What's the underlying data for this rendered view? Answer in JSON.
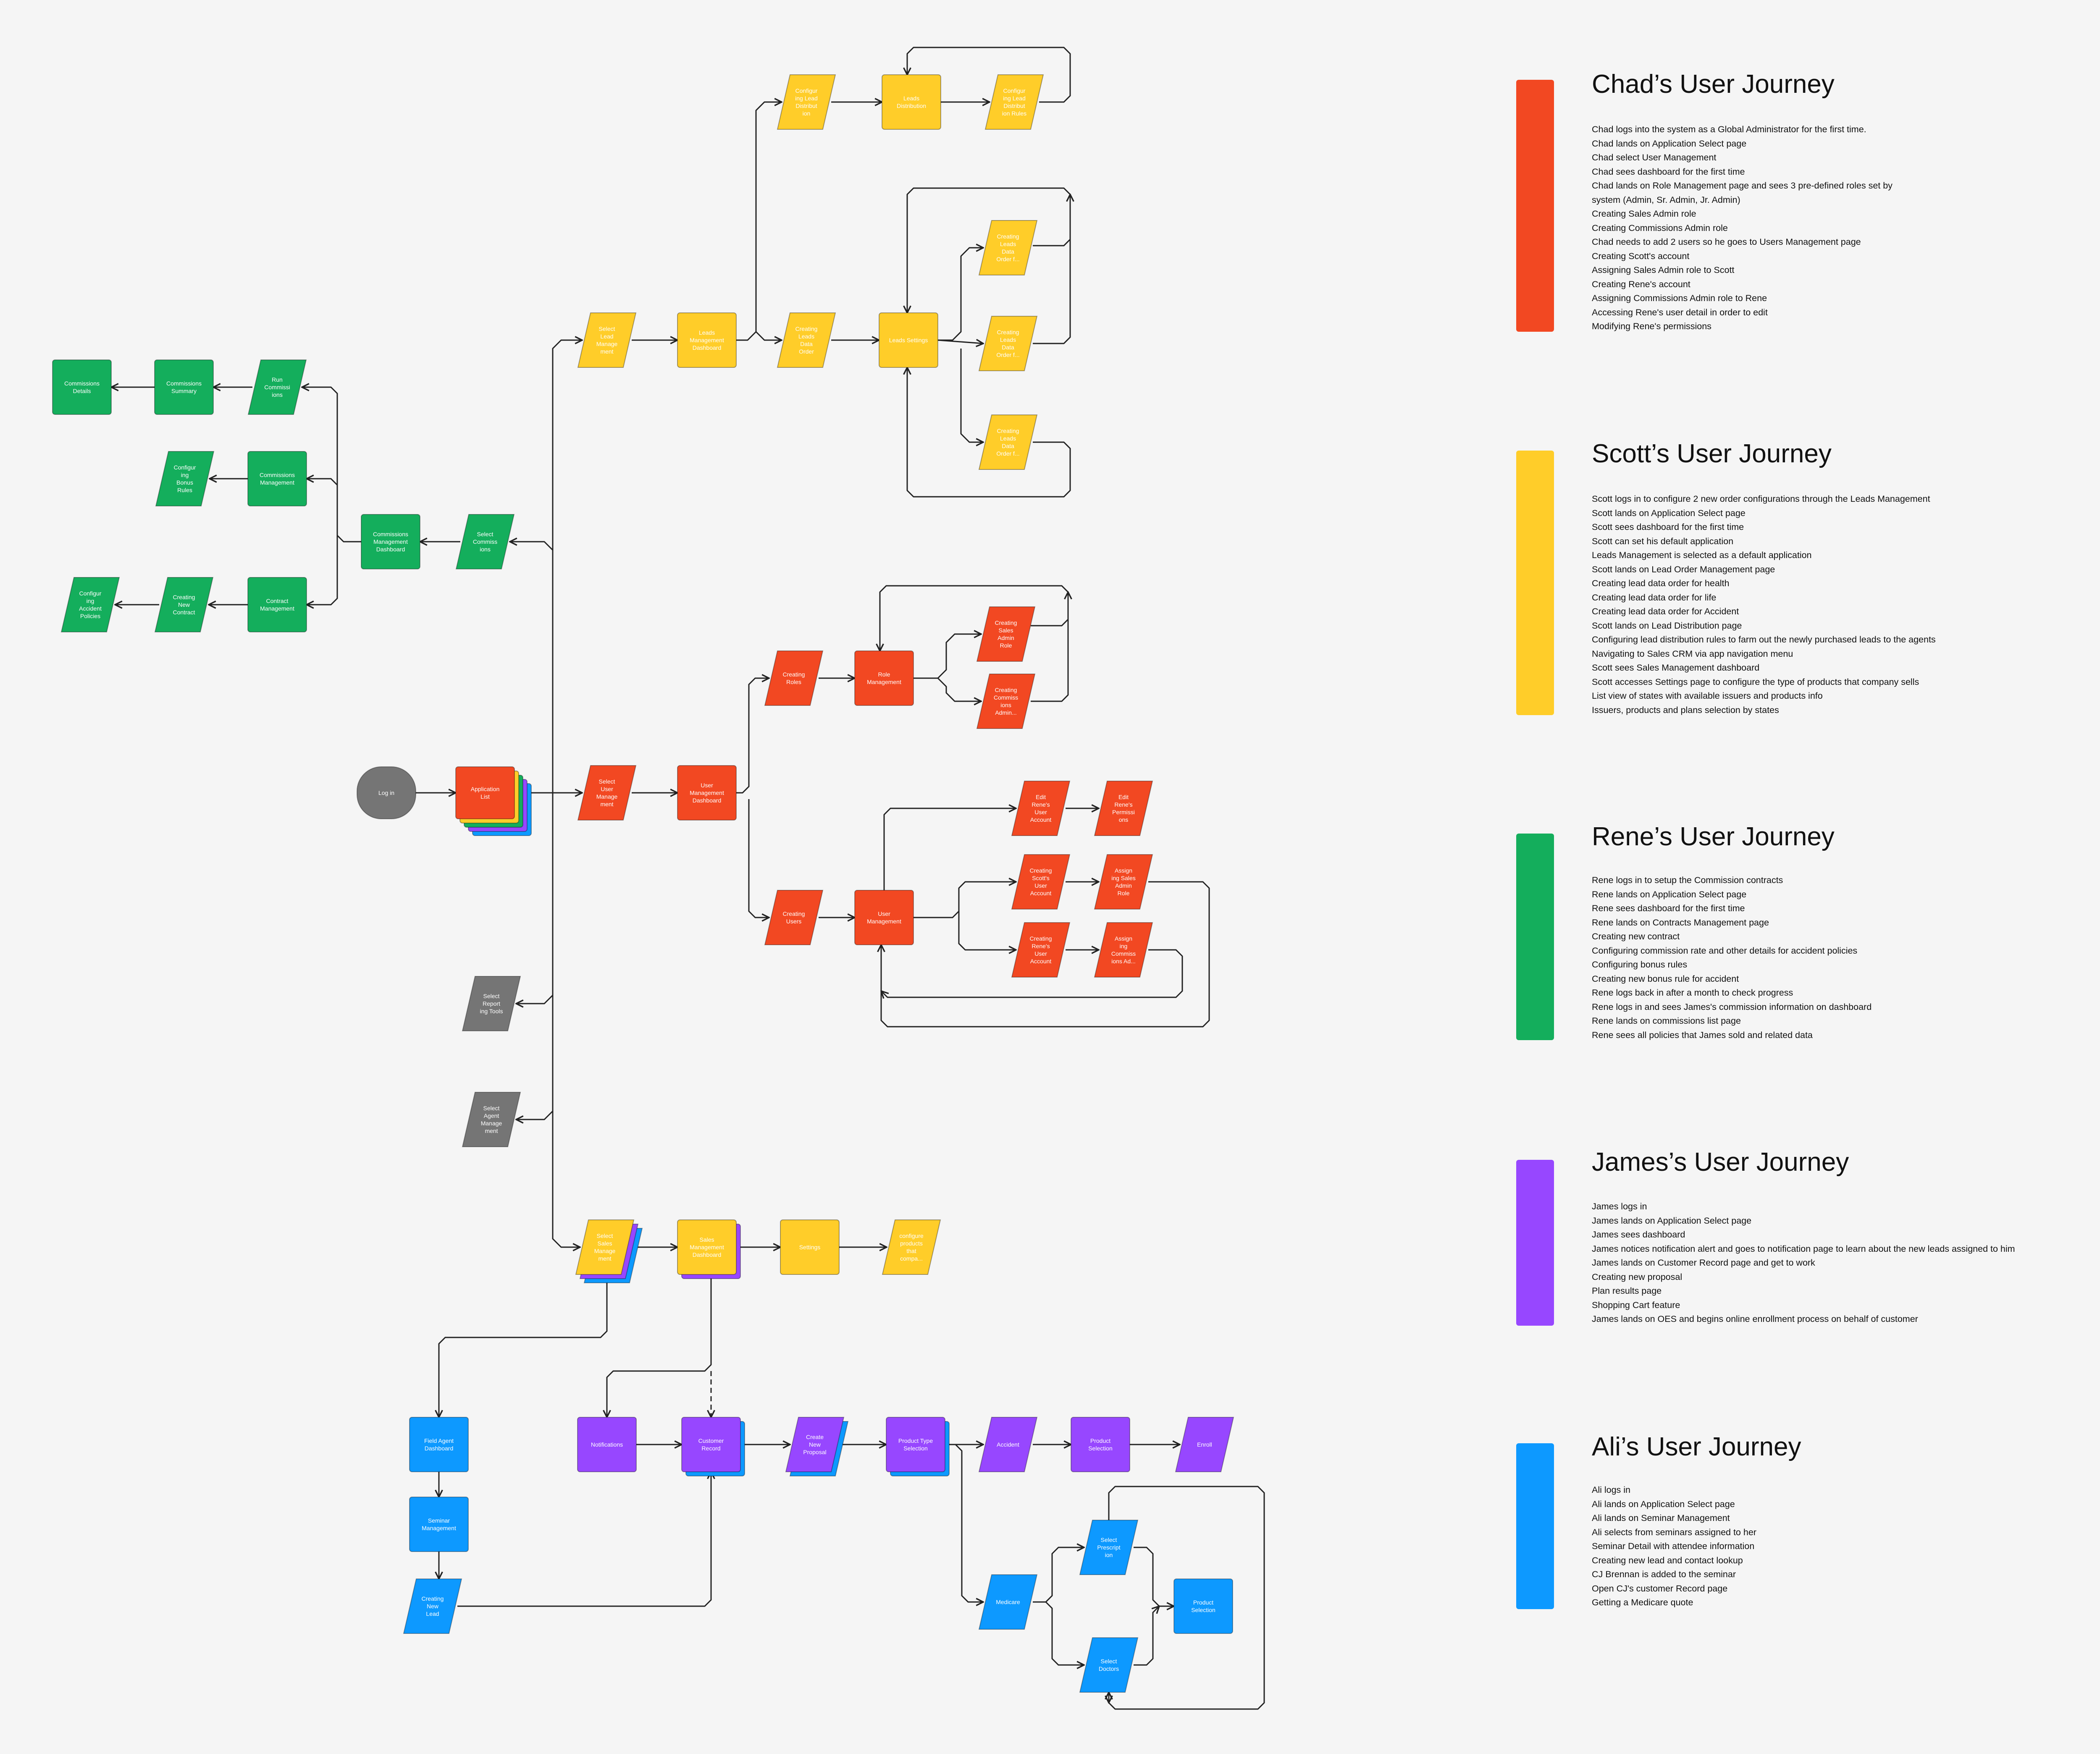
{
  "colors": {
    "chad": "#F24822",
    "scott": "#FFCD29",
    "rene": "#14AE5C",
    "james": "#9747FF",
    "ali": "#0D99FF",
    "gray": "#757575",
    "stroke": "#222222",
    "background": "#F5F5F5"
  },
  "nodes": [
    {
      "id": "login",
      "shape": "start",
      "color": "gray",
      "lines": [
        "Log in"
      ]
    },
    {
      "id": "app_list",
      "shape": "stack",
      "color": "chad",
      "stack": [
        "ali",
        "james",
        "rene",
        "scott"
      ],
      "lines": [
        "Application",
        "List"
      ]
    },
    {
      "id": "sel_lead",
      "shape": "para",
      "color": "scott",
      "lines": [
        "Select",
        "Lead",
        "Manage",
        "ment"
      ]
    },
    {
      "id": "lead_dash",
      "shape": "rect",
      "color": "scott",
      "lines": [
        "Leads",
        "Management",
        "Dashboard"
      ]
    },
    {
      "id": "cfg_dist",
      "shape": "para",
      "color": "scott",
      "lines": [
        "Configur",
        "ing Lead",
        "Distribut",
        "ion"
      ]
    },
    {
      "id": "leads_dist",
      "shape": "rect",
      "color": "scott",
      "lines": [
        "Leads",
        "Distribution"
      ]
    },
    {
      "id": "cfg_rules",
      "shape": "para",
      "color": "scott",
      "lines": [
        "Configur",
        "ing Lead",
        "Distribut",
        "ion Rules"
      ]
    },
    {
      "id": "create_ldo",
      "shape": "para",
      "color": "scott",
      "lines": [
        "Creating",
        "Leads",
        "Data",
        "Order"
      ]
    },
    {
      "id": "leads_settings",
      "shape": "rect",
      "color": "scott",
      "lines": [
        "Leads Settings"
      ]
    },
    {
      "id": "ldo_1",
      "shape": "para",
      "color": "scott",
      "lines": [
        "Creating",
        "Leads",
        "Data",
        "Order f..."
      ]
    },
    {
      "id": "ldo_2",
      "shape": "para",
      "color": "scott",
      "lines": [
        "Creating",
        "Leads",
        "Data",
        "Order f..."
      ]
    },
    {
      "id": "ldo_3",
      "shape": "para",
      "color": "scott",
      "lines": [
        "Creating",
        "Leads",
        "Data",
        "Order f..."
      ]
    },
    {
      "id": "run_comm",
      "shape": "para",
      "color": "rene",
      "lines": [
        "Run",
        "Commissi",
        "ions"
      ]
    },
    {
      "id": "comm_summary",
      "shape": "rect",
      "color": "rene",
      "lines": [
        "Commissions",
        "Summary"
      ]
    },
    {
      "id": "comm_details",
      "shape": "rect",
      "color": "rene",
      "lines": [
        "Commissions",
        "Details"
      ]
    },
    {
      "id": "comm_mgmt",
      "shape": "rect",
      "color": "rene",
      "lines": [
        "Commissions",
        "Management"
      ]
    },
    {
      "id": "cfg_bonus",
      "shape": "para",
      "color": "rene",
      "lines": [
        "Configur",
        "ing",
        "Bonus",
        "Rules"
      ]
    },
    {
      "id": "comm_dash",
      "shape": "rect",
      "color": "rene",
      "lines": [
        "Commissions",
        "Management",
        "Dashboard"
      ]
    },
    {
      "id": "sel_comm",
      "shape": "para",
      "color": "rene",
      "lines": [
        "Select",
        "Commiss",
        "ions"
      ]
    },
    {
      "id": "contract_mgmt",
      "shape": "rect",
      "color": "rene",
      "lines": [
        "Contract",
        "Management"
      ]
    },
    {
      "id": "new_contract",
      "shape": "para",
      "color": "rene",
      "lines": [
        "Creating",
        "New",
        "Contract"
      ]
    },
    {
      "id": "cfg_accident",
      "shape": "para",
      "color": "rene",
      "lines": [
        "Configur",
        "ing",
        "Accident",
        "Policies"
      ]
    },
    {
      "id": "sel_user",
      "shape": "para",
      "color": "chad",
      "lines": [
        "Select",
        "User",
        "Manage",
        "ment"
      ]
    },
    {
      "id": "user_dash",
      "shape": "rect",
      "color": "chad",
      "lines": [
        "User",
        "Management",
        "Dashboard"
      ]
    },
    {
      "id": "creating_roles",
      "shape": "para",
      "color": "chad",
      "lines": [
        "Creating",
        "Roles"
      ]
    },
    {
      "id": "role_mgmt",
      "shape": "rect",
      "color": "chad",
      "lines": [
        "Role",
        "Management"
      ]
    },
    {
      "id": "sales_admin_role",
      "shape": "para",
      "color": "chad",
      "lines": [
        "Creating",
        "Sales",
        "Admin",
        "Role"
      ]
    },
    {
      "id": "comm_admin_role",
      "shape": "para",
      "color": "chad",
      "lines": [
        "Creating",
        "Commiss",
        "ions",
        "Admin..."
      ]
    },
    {
      "id": "creating_users",
      "shape": "para",
      "color": "chad",
      "lines": [
        "Creating",
        "Users"
      ]
    },
    {
      "id": "user_mgmt",
      "shape": "rect",
      "color": "chad",
      "lines": [
        "User",
        "Management"
      ]
    },
    {
      "id": "edit_rene",
      "shape": "para",
      "color": "chad",
      "lines": [
        "Edit",
        "Rene's",
        "User",
        "Account"
      ]
    },
    {
      "id": "edit_rene_perm",
      "shape": "para",
      "color": "chad",
      "lines": [
        "Edit",
        "Rene's",
        "Permissi",
        "ons"
      ]
    },
    {
      "id": "create_scott",
      "shape": "para",
      "color": "chad",
      "lines": [
        "Creating",
        "Scott's",
        "User",
        "Account"
      ]
    },
    {
      "id": "assign_sales",
      "shape": "para",
      "color": "chad",
      "lines": [
        "Assign",
        "ing Sales",
        "Admin",
        "Role"
      ]
    },
    {
      "id": "create_rene",
      "shape": "para",
      "color": "chad",
      "lines": [
        "Creating",
        "Rene's",
        "User",
        "Account"
      ]
    },
    {
      "id": "assign_comm",
      "shape": "para",
      "color": "chad",
      "lines": [
        "Assign",
        "ing",
        "Commiss",
        "ions Ad..."
      ]
    },
    {
      "id": "sel_reporting",
      "shape": "para",
      "color": "gray",
      "lines": [
        "Select",
        "Report",
        "ing Tools"
      ]
    },
    {
      "id": "sel_agent",
      "shape": "para",
      "color": "gray",
      "lines": [
        "Select",
        "Agent",
        "Manage",
        "ment"
      ]
    },
    {
      "id": "sel_sales",
      "shape": "parastack",
      "color": "scott",
      "stack": [
        "ali",
        "james"
      ],
      "lines": [
        "Select",
        "Sales",
        "Manage",
        "ment"
      ]
    },
    {
      "id": "sales_dash",
      "shape": "stack",
      "color": "scott",
      "stack": [
        "james"
      ],
      "lines": [
        "Sales",
        "Management",
        "Dashboard"
      ]
    },
    {
      "id": "settings",
      "shape": "rect",
      "color": "scott",
      "lines": [
        "Settings"
      ]
    },
    {
      "id": "cfg_products",
      "shape": "para",
      "color": "scott",
      "lines": [
        "configure",
        "products",
        "that",
        "compa..."
      ]
    },
    {
      "id": "field_dash",
      "shape": "rect",
      "color": "ali",
      "lines": [
        "Field Agent",
        "Dashboard"
      ]
    },
    {
      "id": "seminar_mgmt",
      "shape": "rect",
      "color": "ali",
      "lines": [
        "Seminar",
        "Management"
      ]
    },
    {
      "id": "new_lead",
      "shape": "para",
      "color": "ali",
      "lines": [
        "Creating",
        "New",
        "Lead"
      ]
    },
    {
      "id": "notifications",
      "shape": "rect",
      "color": "james",
      "lines": [
        "Notifications"
      ]
    },
    {
      "id": "customer_record",
      "shape": "stack",
      "color": "james",
      "stack": [
        "ali"
      ],
      "lines": [
        "Customer",
        "Record"
      ]
    },
    {
      "id": "new_proposal",
      "shape": "parastack",
      "color": "james",
      "stack": [
        "ali"
      ],
      "lines": [
        "Create",
        "New",
        "Proposal"
      ]
    },
    {
      "id": "product_type",
      "shape": "stack",
      "color": "james",
      "stack": [
        "ali"
      ],
      "lines": [
        "Product Type",
        "Selection"
      ]
    },
    {
      "id": "accident",
      "shape": "para",
      "color": "james",
      "lines": [
        "Accident"
      ]
    },
    {
      "id": "product_sel_j",
      "shape": "rect",
      "color": "james",
      "lines": [
        "Product",
        "Selection"
      ]
    },
    {
      "id": "enroll",
      "shape": "para",
      "color": "james",
      "lines": [
        "Enroll"
      ]
    },
    {
      "id": "medicare",
      "shape": "para",
      "color": "ali",
      "lines": [
        "Medicare"
      ]
    },
    {
      "id": "sel_rx",
      "shape": "para",
      "color": "ali",
      "lines": [
        "Select",
        "Prescript",
        "ion"
      ]
    },
    {
      "id": "sel_doctors",
      "shape": "para",
      "color": "ali",
      "lines": [
        "Select",
        "Doctors"
      ]
    },
    {
      "id": "product_sel_a",
      "shape": "rect",
      "color": "ali",
      "lines": [
        "Product",
        "Selection"
      ]
    }
  ],
  "edges": [
    {
      "from": "login",
      "to": "app_list"
    },
    {
      "from": "app_list",
      "to": "sel_lead"
    },
    {
      "from": "app_list",
      "to": "sel_comm"
    },
    {
      "from": "app_list",
      "to": "sel_user"
    },
    {
      "from": "app_list",
      "to": "sel_reporting"
    },
    {
      "from": "app_list",
      "to": "sel_agent"
    },
    {
      "from": "app_list",
      "to": "sel_sales"
    },
    {
      "from": "sel_lead",
      "to": "lead_dash"
    },
    {
      "from": "lead_dash",
      "to": "cfg_dist"
    },
    {
      "from": "lead_dash",
      "to": "create_ldo"
    },
    {
      "from": "cfg_dist",
      "to": "leads_dist"
    },
    {
      "from": "leads_dist",
      "to": "cfg_rules"
    },
    {
      "from": "cfg_rules",
      "to": "leads_dist"
    },
    {
      "from": "create_ldo",
      "to": "leads_settings"
    },
    {
      "from": "leads_settings",
      "to": "ldo_1"
    },
    {
      "from": "leads_settings",
      "to": "ldo_2"
    },
    {
      "from": "leads_settings",
      "to": "ldo_3"
    },
    {
      "from": "ldo_1",
      "to": "leads_settings"
    },
    {
      "from": "ldo_2",
      "to": "leads_settings"
    },
    {
      "from": "ldo_3",
      "to": "leads_settings"
    },
    {
      "from": "sel_comm",
      "to": "comm_dash"
    },
    {
      "from": "comm_dash",
      "to": "run_comm"
    },
    {
      "from": "comm_dash",
      "to": "comm_mgmt"
    },
    {
      "from": "comm_dash",
      "to": "contract_mgmt"
    },
    {
      "from": "run_comm",
      "to": "comm_summary"
    },
    {
      "from": "comm_summary",
      "to": "comm_details"
    },
    {
      "from": "comm_mgmt",
      "to": "cfg_bonus"
    },
    {
      "from": "contract_mgmt",
      "to": "new_contract"
    },
    {
      "from": "new_contract",
      "to": "cfg_accident"
    },
    {
      "from": "sel_user",
      "to": "user_dash"
    },
    {
      "from": "user_dash",
      "to": "creating_roles"
    },
    {
      "from": "user_dash",
      "to": "creating_users"
    },
    {
      "from": "creating_roles",
      "to": "role_mgmt"
    },
    {
      "from": "role_mgmt",
      "to": "sales_admin_role"
    },
    {
      "from": "role_mgmt",
      "to": "comm_admin_role"
    },
    {
      "from": "sales_admin_role",
      "to": "role_mgmt"
    },
    {
      "from": "comm_admin_role",
      "to": "role_mgmt"
    },
    {
      "from": "creating_users",
      "to": "user_mgmt"
    },
    {
      "from": "user_mgmt",
      "to": "edit_rene"
    },
    {
      "from": "edit_rene",
      "to": "edit_rene_perm"
    },
    {
      "from": "user_mgmt",
      "to": "create_scott"
    },
    {
      "from": "create_scott",
      "to": "assign_sales"
    },
    {
      "from": "user_mgmt",
      "to": "create_rene"
    },
    {
      "from": "create_rene",
      "to": "assign_comm"
    },
    {
      "from": "assign_sales",
      "to": "user_mgmt"
    },
    {
      "from": "assign_comm",
      "to": "user_mgmt"
    },
    {
      "from": "sel_sales",
      "to": "sales_dash"
    },
    {
      "from": "sales_dash",
      "to": "settings"
    },
    {
      "from": "settings",
      "to": "cfg_products"
    },
    {
      "from": "sel_sales",
      "to": "field_dash"
    },
    {
      "from": "sales_dash",
      "to": "notifications"
    },
    {
      "from": "sales_dash",
      "to": "customer_record",
      "style": "dashed"
    },
    {
      "from": "field_dash",
      "to": "seminar_mgmt"
    },
    {
      "from": "seminar_mgmt",
      "to": "new_lead"
    },
    {
      "from": "new_lead",
      "to": "customer_record"
    },
    {
      "from": "notifications",
      "to": "customer_record"
    },
    {
      "from": "customer_record",
      "to": "new_proposal"
    },
    {
      "from": "new_proposal",
      "to": "product_type"
    },
    {
      "from": "product_type",
      "to": "accident"
    },
    {
      "from": "accident",
      "to": "product_sel_j"
    },
    {
      "from": "product_sel_j",
      "to": "enroll"
    },
    {
      "from": "product_type",
      "to": "medicare"
    },
    {
      "from": "medicare",
      "to": "sel_rx"
    },
    {
      "from": "medicare",
      "to": "sel_doctors"
    },
    {
      "from": "sel_rx",
      "to": "product_sel_a"
    },
    {
      "from": "sel_doctors",
      "to": "product_sel_a"
    },
    {
      "from": "sel_rx",
      "to": "sel_doctors"
    },
    {
      "from": "sel_doctors",
      "to": "sel_rx"
    }
  ],
  "legend": [
    {
      "key": "chad",
      "title": "Chad’s User Journey",
      "lines": [
        "Chad logs into the system as a Global Administrator for the first time.",
        "Chad lands on Application Select page",
        "Chad select User Management",
        "Chad sees dashboard for the first time",
        "Chad lands on Role Management page and sees 3 pre-defined roles set by",
        "system (Admin, Sr. Admin, Jr. Admin)",
        "Creating Sales Admin role",
        "Creating Commissions Admin role",
        "Chad needs to add 2 users so he goes to Users Management page",
        "Creating Scott's account",
        "Assigning Sales Admin role to Scott",
        "Creating Rene's account",
        "Assigning Commissions Admin role to Rene",
        "Accessing Rene's user detail in order to edit",
        "Modifying Rene's permissions"
      ]
    },
    {
      "key": "scott",
      "title": "Scott’s User Journey",
      "lines": [
        "Scott logs in to configure 2 new order configurations through the Leads Management",
        "Scott lands on Application Select page",
        "Scott sees dashboard for the first time",
        "Scott can set his default application",
        "Leads Management is selected as a default application",
        "Scott lands on Lead Order Management page",
        "Creating lead data order for health",
        "Creating lead data order for life",
        "Creating lead data order for Accident",
        "Scott lands on Lead Distribution page",
        "Configuring lead distribution rules to farm out the newly purchased leads to the agents",
        "Navigating to Sales CRM via app navigation menu",
        "Scott sees Sales Management dashboard",
        "Scott accesses Settings page to configure the type of products that company sells",
        "List view of states with available issuers and products info",
        "Issuers, products and plans selection by states"
      ]
    },
    {
      "key": "rene",
      "title": "Rene’s User Journey",
      "lines": [
        "Rene logs in to setup the Commission contracts",
        "Rene lands on Application Select page",
        "Rene sees dashboard for the first time",
        "Rene lands on Contracts Management page",
        "Creating new contract",
        "Configuring commission rate and other details for accident policies",
        "Configuring bonus rules",
        "Creating new bonus rule for accident",
        "Rene logs back in after a month to check progress",
        "Rene logs in and sees James's commission information on dashboard",
        "Rene lands on commissions list page",
        "Rene sees all policies that James sold and related data"
      ]
    },
    {
      "key": "james",
      "title": "James’s User Journey",
      "lines": [
        "James logs in",
        "James lands on Application Select page",
        "James sees dashboard",
        "James notices notification alert and goes to notification page to learn about the new leads assigned to him",
        "James lands on Customer Record page and get to work",
        "Creating new proposal",
        "Plan results page",
        "Shopping Cart feature",
        "James lands on OES and begins online enrollment process on behalf of customer"
      ]
    },
    {
      "key": "ali",
      "title": "Ali’s User Journey",
      "lines": [
        "Ali logs in",
        "Ali lands on Application Select page",
        "Ali lands on Seminar Management",
        "Ali selects from seminars assigned to her",
        "Seminar Detail with attendee information",
        "Creating new lead and contact lookup",
        "CJ Brennan is added to the seminar",
        "Open CJ's customer Record page",
        "Getting a Medicare quote"
      ]
    }
  ]
}
